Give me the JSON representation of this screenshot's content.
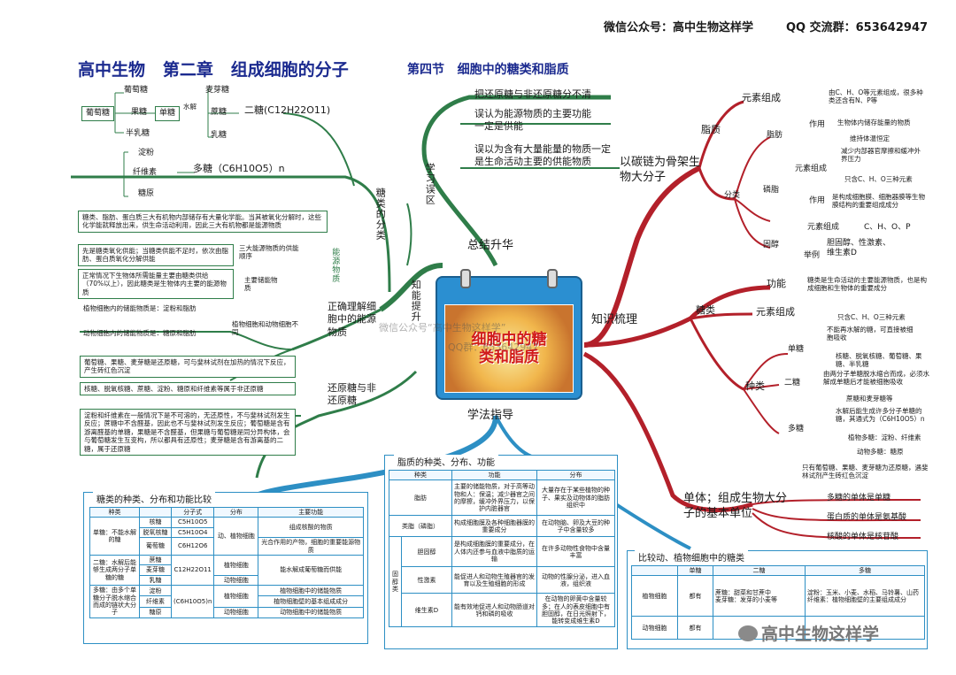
{
  "header": {
    "wechat": "微信公众号：高中生物这样学",
    "qq": "QQ 交流群：653642947",
    "title": "高中生物   第二章   组成细胞的分子",
    "section": "第四节   细胞中的糖类和脂质"
  },
  "center": {
    "image_text": "细胞中的糖类和脂质",
    "watermark1": "微信公众号“高中生物这样学”",
    "watermark2": "QQ群：653642947",
    "node_review": "总结升华",
    "node_method": "学法指导",
    "node_knowledge": "知识梳理",
    "node_mistakes": "学习误区",
    "node_ability": "知能提升"
  },
  "mistakes": {
    "item1": "把还原糖与非还原糖分不清",
    "item2": "误认为能源物质的主要功能一定是供能",
    "item3": "误以为含有大量能量的物质一定是生命活动主要的供能物质"
  },
  "left": {
    "branch_sugar_class": "糖类的分类",
    "disaccharide": "二糖(C12H22O11)",
    "polysaccharide": "多糖（C6H10O5）n",
    "glucose": "葡萄糖",
    "fructose": "果糖",
    "galactose": "半乳糖",
    "mono": "单糖",
    "hydrolysis": "水解",
    "maltose": "麦芽糖",
    "sucrose": "蔗糖",
    "lactose": "乳糖",
    "starch": "淀粉",
    "cellulose": "纤维素",
    "glycogen": "糖原",
    "glucose_left": "葡萄糖",
    "energy_note": "糖类、脂肪、蛋白质三大有机物内部储存有大量化学能。当其被氧化分解时，这些化学能就释放出来，供生命活动利用，因此三大有机物都是能源物质",
    "energy_order_note": "先是糖类氧化供能；当糖类供能不足时，依次由脂肪、蛋白质氧化分解供能",
    "energy_order": "三大能源物质的供能顺序",
    "main_energy_note": "正常情况下生物体所需能量主要由糖类供给（70%以上），因此糖类是生物体内主要的能源物质",
    "main_energy": "主要储能物质",
    "energy_branch": "正确理解细胞中的能源物质",
    "energy_sub": "能源物质",
    "plant_store": "植物细胞内的储能物质是：淀粉和脂肪",
    "animal_store": "动物细胞内的储能物质是：糖原和脂肪",
    "store_label": "植物细胞和动物细胞不同",
    "reducing_note": "葡萄糖、果糖、麦芽糖是还原糖，可与斐林试剂在加热的情况下反应，产生砖红色沉淀",
    "nonreducing_note": "核糖、脱氧核糖、蔗糖、淀粉、糖原和纤维素等属于非还原糖",
    "reducing_branch": "还原糖与非还原糖",
    "starch_note": "淀粉和纤维素在一般情况下是不可溶的，无还原性，不与斐林试剂发生反应；蔗糖中不含醛基，因此也不与斐林试剂发生反应；葡萄糖是含有游离醛基的单糖，果糖是不含醛基，但果糖与葡萄糖是同分异构体，会与葡萄糖发生互变构，所以都具有还原性；麦芽糖是含有游离基的二糖，属于还原糖"
  },
  "right": {
    "carbon_branch": "以碳链为骨架生物大分子",
    "lipid": "脂质",
    "elements": "元素组成",
    "elements_note": "由C、H、O等元素组成，很多种类还含有N、P等",
    "classify": "分类",
    "fat": "脂肪",
    "role": "作用",
    "fat_role1": "生物体内储存能量的物质",
    "fat_role2": "维持体温恒定",
    "fat_role3": "减少内部器官摩擦和缓冲外界压力",
    "fat_elements": "元素组成",
    "fat_elements_val": "只含C、H、O三种元素",
    "phospholipid": "磷脂",
    "phospholipid_role": "是构成细胞膜、细胞器膜等生物膜结构的重要组成成分",
    "role2": "作用",
    "phospho_elements": "元素组成",
    "phospho_elements_val": "C、H、O、P",
    "sterol": "固醇",
    "example": "举例",
    "sterol_examples": "胆固醇、性激素、维生素D",
    "knowledge": "知识梳理",
    "sugar": "糖类",
    "function": "功能",
    "function_note": "糖类是生命活动的主要能源物质，也是构成细胞和生物体的重要成分",
    "sugar_elements": "元素组成",
    "sugar_elements_val": "只含C、H、O三种元素",
    "types": "种类",
    "mono": "单糖",
    "mono_note1": "不能再水解的糖，可直接被细胞吸收",
    "mono_note2": "核糖、脱氧核糖、葡萄糖、果糖、半乳糖",
    "di": "二糖",
    "di_note1": "由两分子单糖脱水缩合而成，必须水解成单糖后才能被细胞吸收",
    "di_note2": "蔗糖和麦芽糖等",
    "poly": "多糖",
    "poly_note1": "水解后能生成许多分子单糖的糖，其通式为（C6H10O5）n",
    "poly_note2": "植物多糖：淀粉、纤维素",
    "poly_note3": "动物多糖：糖原",
    "reducing_only": "只有葡萄糖、果糖、麦芽糖为还原糖，遇斐林试剂产生砖红色沉淀",
    "monomer_branch": "单体；组成生物大分子的基本单位",
    "monomer1": "多糖的单体是单糖",
    "monomer2": "蛋白质的单体是氨基酸",
    "monomer3": "核酸的单体是核苷酸"
  },
  "table_sugar": {
    "title": "糖类的种类、分布和功能比较",
    "headers": [
      "种类",
      "分子式",
      "分布",
      "主要功能"
    ],
    "group1": "单糖：不能水解的糖",
    "group2": "二糖：水解后能够生成两分子单糖的糖",
    "group3": "多糖：由多个单糖分子脱水缩合而成的链状大分子",
    "r1": [
      "核糖",
      "C5H10O5",
      "动、植物细胞",
      "组成核酸的物质"
    ],
    "r2": [
      "脱氧核糖",
      "C5H10O4",
      "",
      ""
    ],
    "r3": [
      "葡萄糖",
      "C6H12O6",
      "",
      "光合作用的产物，细胞的重要能源物质"
    ],
    "r4": [
      "蔗糖",
      "C12H22O11",
      "植物细胞",
      "能水解成葡萄糖而供能"
    ],
    "r5": [
      "麦芽糖",
      "",
      "",
      ""
    ],
    "r6": [
      "乳糖",
      "",
      "动物细胞",
      ""
    ],
    "r7": [
      "淀粉",
      "(C6H10O5)n",
      "植物细胞",
      "植物细胞中的储能物质"
    ],
    "r8": [
      "纤维素",
      "",
      "",
      "植物细胞壁的基本组成成分"
    ],
    "r9": [
      "糖原",
      "",
      "动物细胞",
      "动物细胞中的储能物质"
    ]
  },
  "table_lipid": {
    "title": "脂质的种类、分布、功能",
    "headers": [
      "种类",
      "功能",
      "分布"
    ],
    "fat": "脂肪",
    "fat_func": "主要的储能物质，对于高等动物和人：保温；减少器官之间的摩擦，缓冲外界压力，以保护内脏器官",
    "fat_dist": "大量存在于某些植物的种子、果实及动物体的脂肪组织中",
    "phospho": "类脂（磷脂）",
    "phospho_func": "构成细胞膜及各种细胞器膜的重要成分",
    "phospho_dist": "在动物脑、卵及大豆的种子中含量较多",
    "sterol": "固醇类",
    "chol": "胆固醇",
    "chol_func": "是构成细胞膜的重要成分，在人体内还参与血液中脂质的运输",
    "chol_dist": "在许多动物性食物中含量丰富",
    "sex": "性激素",
    "sex_func": "能促进人和动物生殖器官的发育以及生殖细胞的形成",
    "sex_dist": "动物的性腺分泌，进入血液，组织液",
    "vitd": "维生素D",
    "vitd_func": "能有效地促进人和动物肠道对钙和磷的吸收",
    "vitd_dist": "在动物的卵黄中含量较多；在人的表皮细胞中有胆固醇，在日光照射下，能转变成维生素D"
  },
  "table_compare": {
    "title": "比较动、植物细胞中的糖类",
    "headers": [
      "",
      "单糖",
      "二糖",
      "多糖"
    ],
    "plant": "植物细胞",
    "animal": "动物细胞",
    "plant_mono": "都有",
    "plant_di": "蔗糖：甜菜和甘蔗中\n麦芽糖：发芽的小麦等",
    "plant_poly": "淀粉：玉米、小麦、水稻、马铃薯、山药\n纤维素：植物细胞壁的主要组成成分",
    "animal_mono": "都有",
    "animal_di": "",
    "animal_poly": ""
  },
  "footer": {
    "brand": "高中生物这样学"
  }
}
